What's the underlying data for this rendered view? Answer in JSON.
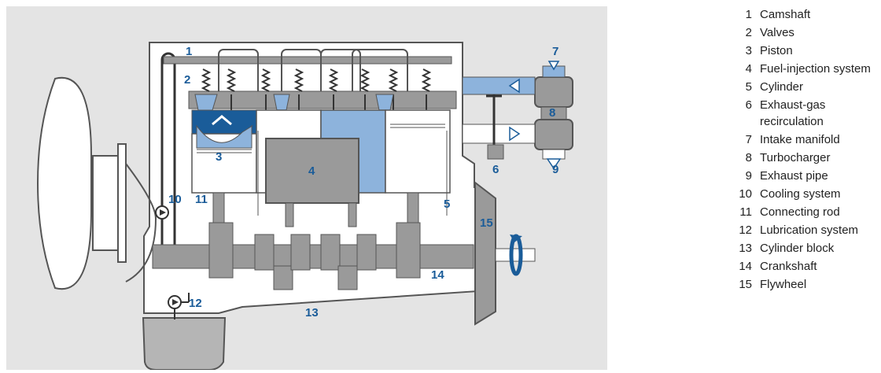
{
  "diagram": {
    "callouts": [
      "1",
      "2",
      "3",
      "4",
      "5",
      "6",
      "7",
      "8",
      "9",
      "10",
      "11",
      "12",
      "13",
      "14",
      "15"
    ]
  },
  "legend": [
    {
      "num": "1",
      "label": "Camshaft"
    },
    {
      "num": "2",
      "label": "Valves"
    },
    {
      "num": "3",
      "label": "Piston"
    },
    {
      "num": "4",
      "label": "Fuel-injection system"
    },
    {
      "num": "5",
      "label": "Cylinder"
    },
    {
      "num": "6",
      "label": "Exhaust-gas recirculation"
    },
    {
      "num": "7",
      "label": "Intake manifold"
    },
    {
      "num": "8",
      "label": "Turbocharger"
    },
    {
      "num": "9",
      "label": "Exhaust pipe"
    },
    {
      "num": "10",
      "label": "Cooling system"
    },
    {
      "num": "11",
      "label": "Connecting rod"
    },
    {
      "num": "12",
      "label": "Lubrication system"
    },
    {
      "num": "13",
      "label": "Cylinder block"
    },
    {
      "num": "14",
      "label": "Crankshaft"
    },
    {
      "num": "15",
      "label": "Flywheel"
    }
  ],
  "colors": {
    "panel": "#e4e4e4",
    "block": "#ffffff",
    "mechanical": "#9a9a9a",
    "oil": "#b5b5b5",
    "accent": "#1a5c99",
    "air": "#8db3dc"
  }
}
